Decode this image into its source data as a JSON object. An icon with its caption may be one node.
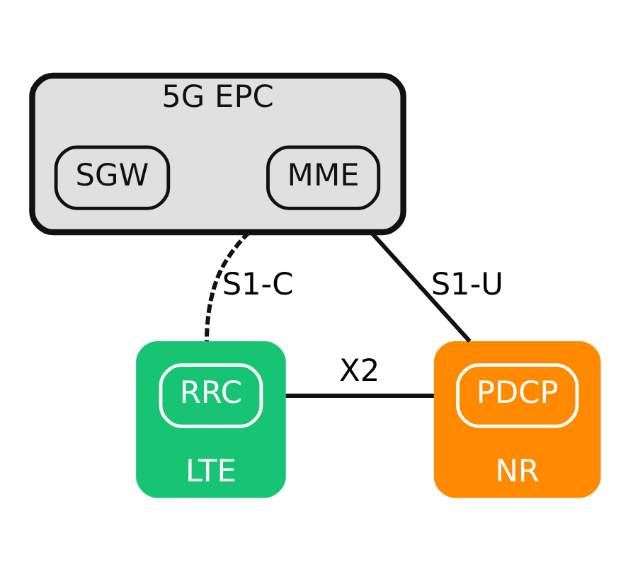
{
  "diagram": {
    "nodes": [
      {
        "text": [
          "5G EPC"
        ]
      },
      {
        "text": [
          "MME"
        ],
        "in": 0
      },
      {
        "text": [
          "SGW"
        ],
        "in": 0
      },
      {
        "text": [
          "LTE"
        ]
      },
      {
        "text": [
          "RRC"
        ],
        "in": 3
      },
      {
        "text": [
          "NR"
        ]
      },
      {
        "text": [
          "PDCP"
        ],
        "in": 5
      }
    ],
    "edges": [
      {
        "from": 0,
        "to": 3,
        "arrow": "none",
        "label": "S1-C",
        "style": "dashed"
      },
      {
        "from": 0,
        "to": 5,
        "arrow": "none",
        "label": "S1-U"
      },
      {
        "from": 3,
        "to": 5,
        "arrow": "none",
        "label": "X2"
      }
    ]
  }
}
